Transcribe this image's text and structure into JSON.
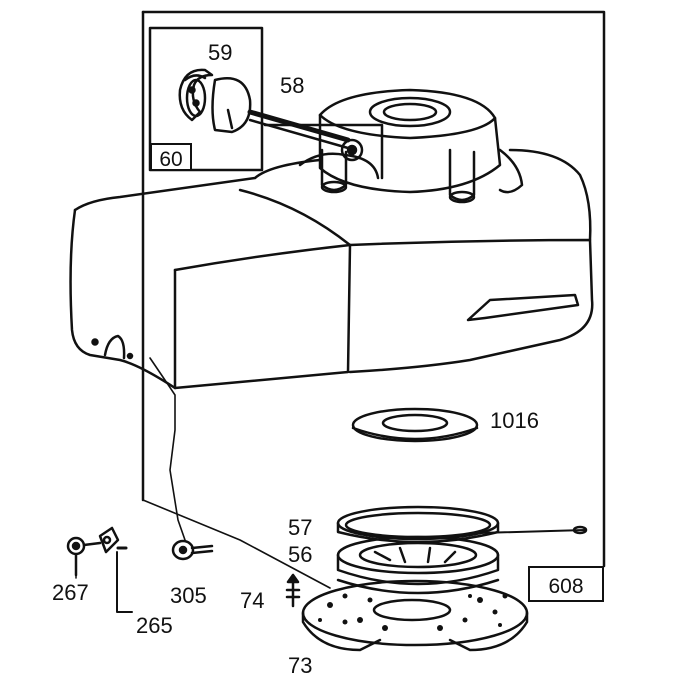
{
  "labels": {
    "p59": "59",
    "p58": "58",
    "p60": "60",
    "p1016": "1016",
    "p57": "57",
    "p56": "56",
    "p608": "608",
    "p267": "267",
    "p305": "305",
    "p74": "74",
    "p265": "265",
    "p73": "73"
  },
  "colors": {
    "ink": "#111111",
    "paper": "#ffffff"
  }
}
